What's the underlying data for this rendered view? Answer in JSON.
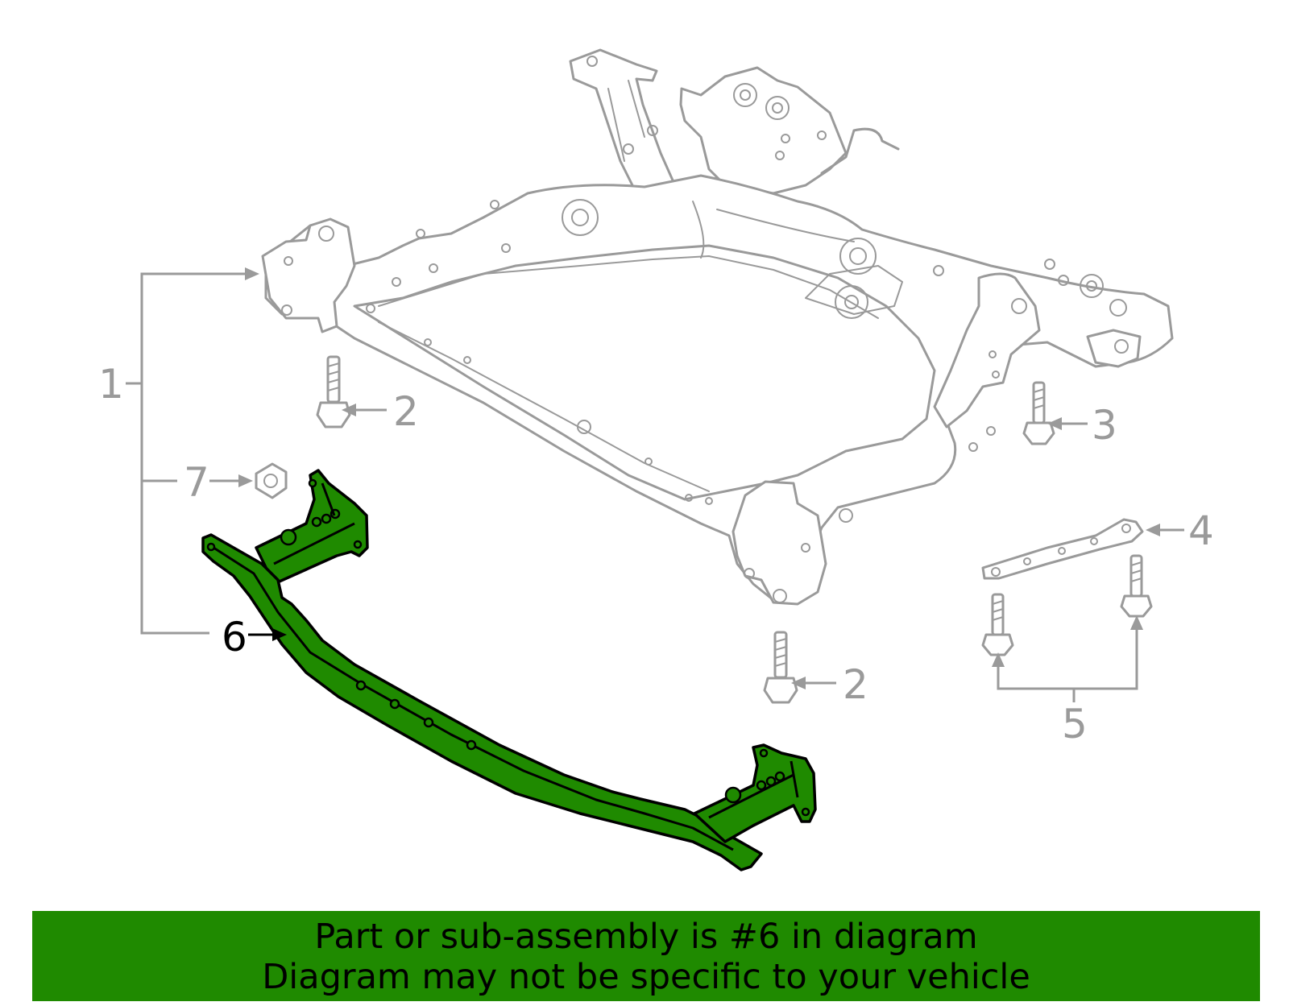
{
  "callouts": {
    "c1": "1",
    "c2a": "2",
    "c2b": "2",
    "c3": "3",
    "c4": "4",
    "c5": "5",
    "c6": "6",
    "c7": "7"
  },
  "highlight_part": "6",
  "highlight_color": "#1f8a00",
  "line_color": "#9a9a9a",
  "banner": {
    "line1": "Part or sub-assembly is #6 in diagram",
    "line2": "Diagram may not be specific to your vehicle"
  }
}
